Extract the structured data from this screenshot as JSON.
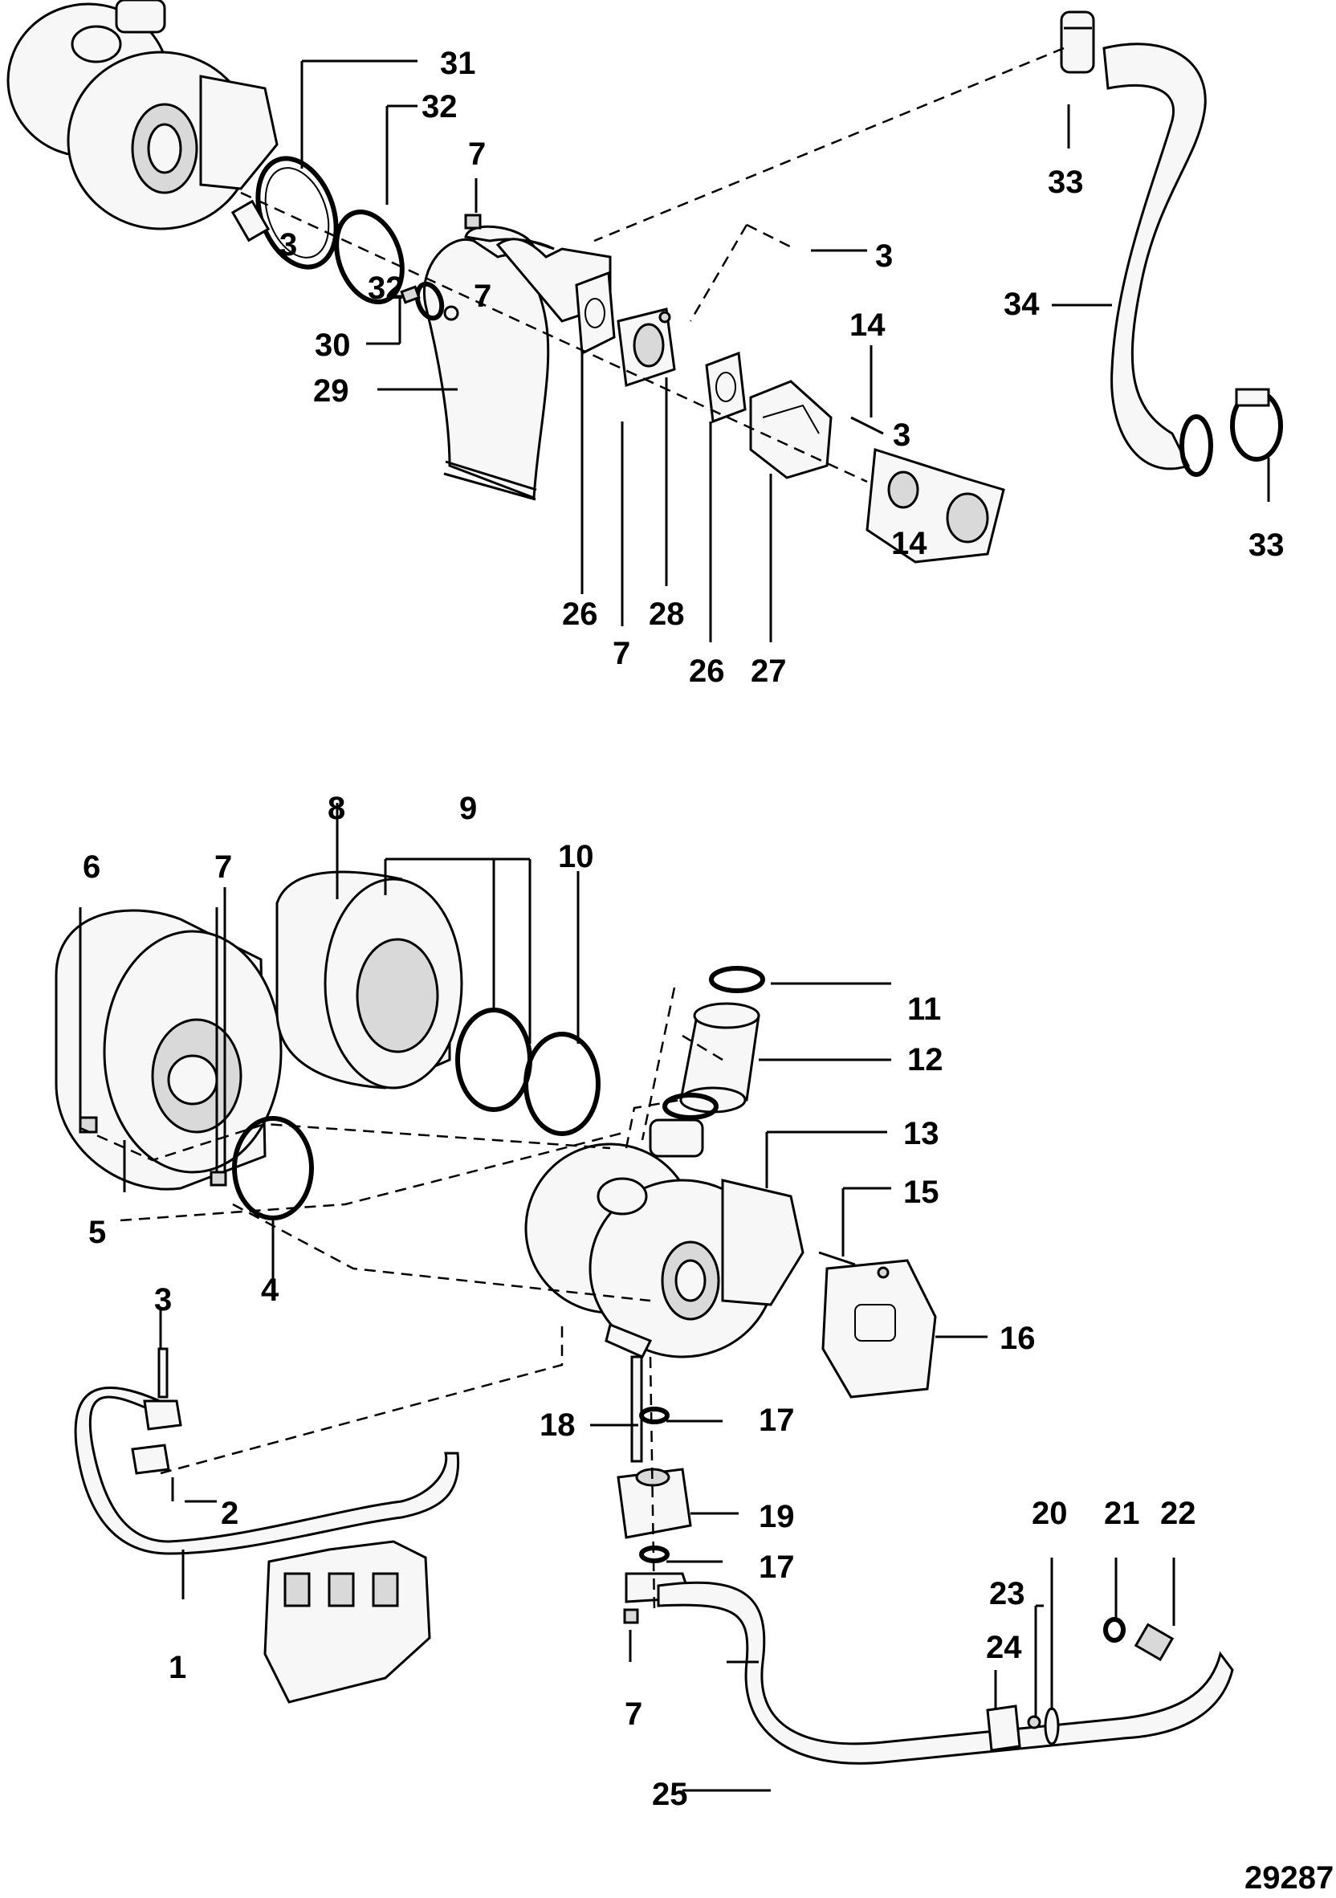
{
  "callouts": {
    "c1": "1",
    "c2": "2",
    "c3a": "3",
    "c3b": "3",
    "c3c": "3",
    "c3d": "3",
    "c4": "4",
    "c5": "5",
    "c6": "6",
    "c7a": "7",
    "c7b": "7",
    "c7c": "7",
    "c7d": "7",
    "c7e": "7",
    "c8": "8",
    "c9": "9",
    "c10": "10",
    "c11": "11",
    "c12": "12",
    "c13": "13",
    "c14a": "14",
    "c14b": "14",
    "c15": "15",
    "c16": "16",
    "c17a": "17",
    "c17b": "17",
    "c18": "18",
    "c19": "19",
    "c20": "20",
    "c21": "21",
    "c22": "22",
    "c23": "23",
    "c24": "24",
    "c25": "25",
    "c26a": "26",
    "c26b": "26",
    "c27": "27",
    "c28": "28",
    "c29": "29",
    "c30": "30",
    "c31": "31",
    "c32a": "32",
    "c32b": "32",
    "c33a": "33",
    "c33b": "33",
    "c34": "34"
  },
  "figure_number": "29287"
}
